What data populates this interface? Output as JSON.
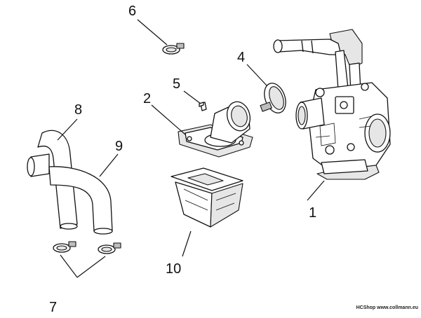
{
  "diagram": {
    "callouts": [
      {
        "id": "1",
        "label": "1"
      },
      {
        "id": "2",
        "label": "2"
      },
      {
        "id": "4",
        "label": "4"
      },
      {
        "id": "5",
        "label": "5"
      },
      {
        "id": "6",
        "label": "6"
      },
      {
        "id": "7",
        "label": "7"
      },
      {
        "id": "8",
        "label": "8"
      },
      {
        "id": "9",
        "label": "9"
      },
      {
        "id": "10",
        "label": "10"
      }
    ]
  },
  "watermark": "HCShop www.collmann.eu"
}
